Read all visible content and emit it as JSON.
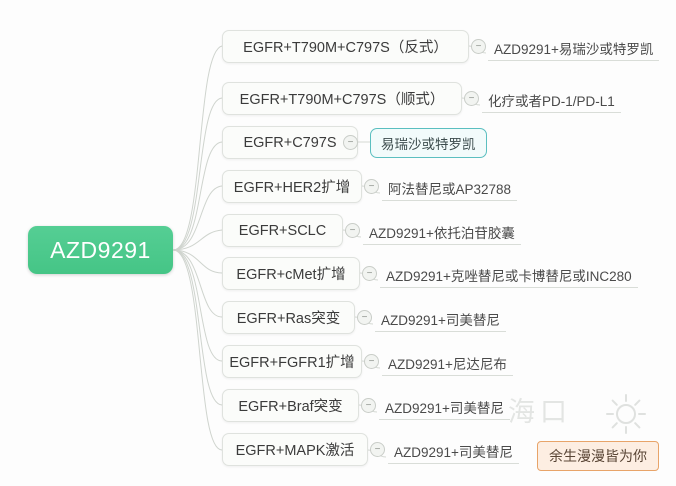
{
  "root": {
    "label": "AZD9291",
    "color": "#4ac98a"
  },
  "toggle_symbol": "−",
  "branches": [
    {
      "primary": "EGFR+T790M+C797S（反式）",
      "secondary": "AZD9291+易瑞沙或特罗凯",
      "highlighted": false
    },
    {
      "primary": "EGFR+T790M+C797S（顺式）",
      "secondary": "化疗或者PD-1/PD-L1",
      "highlighted": false
    },
    {
      "primary": "EGFR+C797S",
      "secondary": "易瑞沙或特罗凯",
      "highlighted": true
    },
    {
      "primary": "EGFR+HER2扩增",
      "secondary": "阿法替尼或AP32788",
      "highlighted": false
    },
    {
      "primary": "EGFR+SCLC",
      "secondary": "AZD9291+依托泊苷胶囊",
      "highlighted": false
    },
    {
      "primary": "EGFR+cMet扩增",
      "secondary": "AZD9291+克唑替尼或卡博替尼或INC280",
      "highlighted": false
    },
    {
      "primary": "EGFR+Ras突变",
      "secondary": "AZD9291+司美替尼",
      "highlighted": false
    },
    {
      "primary": "EGFR+FGFR1扩增",
      "secondary": "AZD9291+尼达尼布",
      "highlighted": false
    },
    {
      "primary": "EGFR+Braf突变",
      "secondary": "AZD9291+司美替尼",
      "highlighted": false
    },
    {
      "primary": "EGFR+MAPK激活",
      "secondary": "AZD9291+司美替尼",
      "highlighted": false
    }
  ],
  "watermark": {
    "city": "海口",
    "icon": "sun-icon"
  },
  "tooltip": {
    "text": "余生漫漫皆为你",
    "border_color": "#e8a469",
    "background_color": "#fdeee2"
  },
  "highlight_color": "#5bbfc0"
}
